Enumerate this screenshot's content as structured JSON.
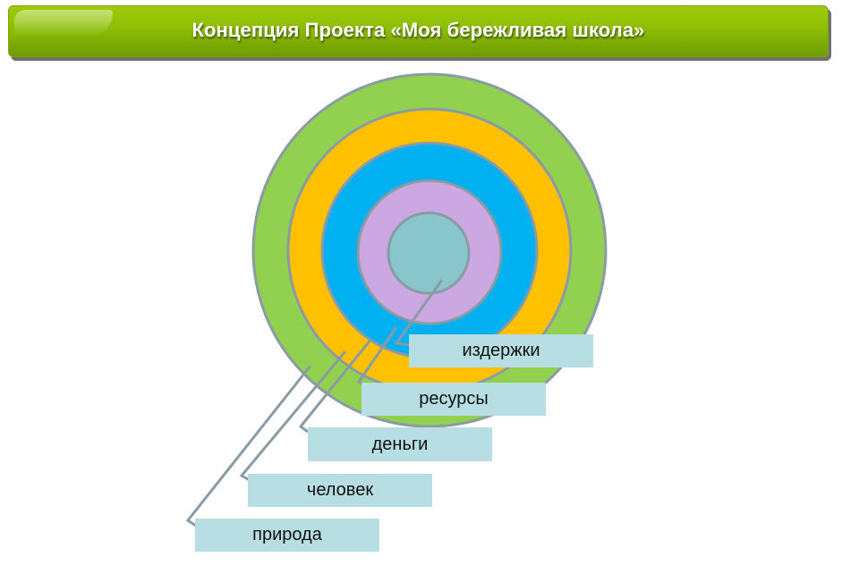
{
  "header": {
    "title": "Концепция Проекта «Моя бережливая школа»"
  },
  "colors": {
    "title_green": "#8dbd05",
    "ring_outer_green": "#92d050",
    "ring_orange": "#ffc000",
    "ring_blue": "#00b0f0",
    "ring_purple": "#cca8e2",
    "core_teal": "#88c6cc",
    "stroke_gray": "#8a9ba6",
    "label_fill": "#b7dfe3"
  },
  "diagram": {
    "type": "concentric-circles",
    "rings": [
      {
        "name": "природа",
        "color": "#92d050",
        "radius": 197
      },
      {
        "name": "человек",
        "color": "#92d050",
        "radius": 158
      },
      {
        "name": "деньги",
        "color": "#ffc000",
        "radius": 158
      },
      {
        "name": "ресурсы",
        "color": "#00b0f0",
        "radius": 120
      },
      {
        "name": "издержки",
        "color": "#cca8e2",
        "radius": 80
      }
    ],
    "labels": [
      {
        "text": "издержки"
      },
      {
        "text": "ресурсы"
      },
      {
        "text": "деньги"
      },
      {
        "text": "человек"
      },
      {
        "text": "природа"
      }
    ]
  }
}
